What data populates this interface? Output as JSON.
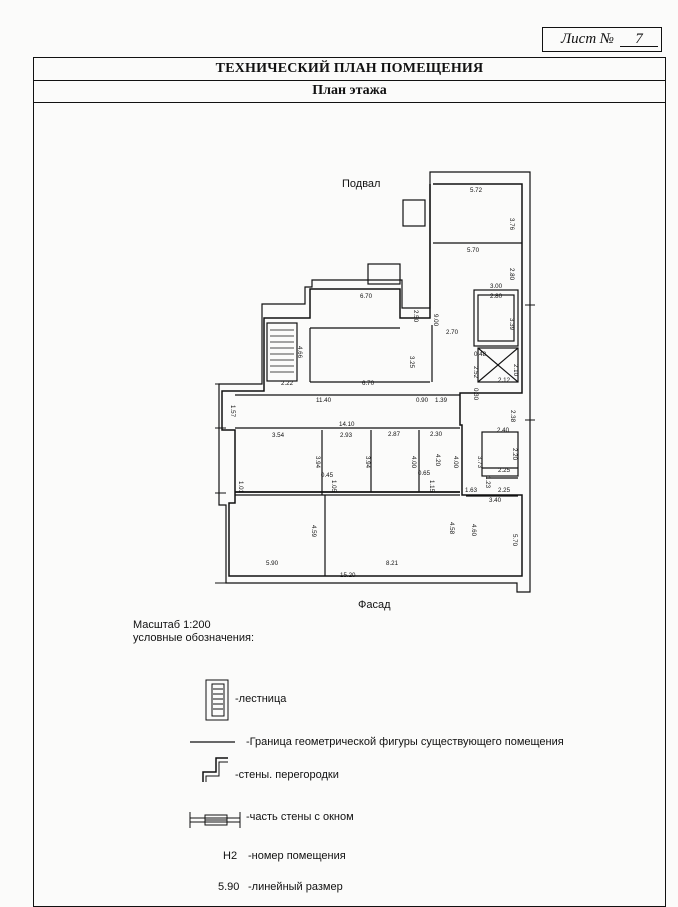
{
  "sheet": {
    "label": "Лист №",
    "number": "7"
  },
  "header": {
    "title": "ТЕХНИЧЕСКИЙ ПЛАН ПОМЕЩЕНИЯ",
    "subtitle": "План этажа"
  },
  "plan": {
    "top_label": "Подвал",
    "bottom_label": "Фасад",
    "dims": {
      "d572": "5.72",
      "d376": "3.76",
      "d570a": "5.70",
      "d280a": "2.80",
      "d300": "3.00",
      "d280b": "2.80",
      "d670a": "6.70",
      "d250": "2.50",
      "d900": "9.00",
      "d270": "2.70",
      "d339": "3.39",
      "d466": "4.66",
      "d048": "0.48",
      "d325": "3.25",
      "d252": "2.52",
      "d210": "2.10",
      "d222": "2.22",
      "d670b": "6.70",
      "d212": "2.12",
      "d030": "0.30",
      "d1140": "11.40",
      "d090": "0.90",
      "d139": "1.39",
      "d157": "1.57",
      "d238": "2.38",
      "d1410": "14.10",
      "d354": "3.54",
      "d293": "2.93",
      "d287": "2.87",
      "d230": "2.30",
      "d240": "2.40",
      "d220": "2.20",
      "d394a": "3.94",
      "d394b": "3.94",
      "d400": "4.00",
      "d420": "4.20",
      "d373": "3.73",
      "d225a": "2.25",
      "d045": "0.45",
      "d065": "0.65",
      "d105": "1.05",
      "d115": "1.15",
      "d101": "1.01",
      "d163": "1.63",
      "d123": "1.23",
      "d225b": "2.25",
      "d340": "3.40",
      "d459": "4.59",
      "d458": "4.58",
      "d460": "4.60",
      "d570b": "5.70",
      "d590": "5.90",
      "d821": "8.21",
      "d1520": "15.20"
    }
  },
  "scale": "Масштаб 1:200",
  "legend": {
    "title": "условные обозначения:",
    "items": {
      "stair": "-лестница",
      "boundary": "-Граница геометрической фигуры существующего помещения",
      "walls": "-стены. перегородки",
      "window": "-часть стены с окном",
      "room_number": "-номер помещения",
      "linear": "-линейный размер"
    },
    "sample_room": "Н2",
    "sample_dim": "5.90"
  }
}
